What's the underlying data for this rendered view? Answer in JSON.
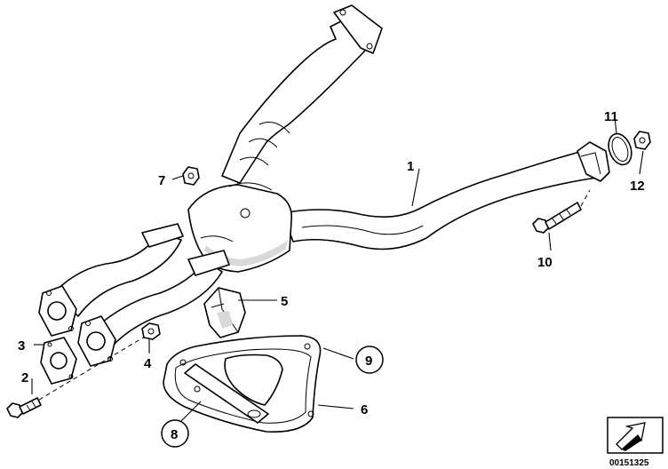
{
  "callouts": {
    "c1": "1",
    "c2": "2",
    "c3": "3",
    "c4": "4",
    "c5": "5",
    "c6": "6",
    "c7": "7",
    "c8": "8",
    "c9": "9",
    "c10": "10",
    "c11": "11",
    "c12": "12"
  },
  "reference_number": "00151325",
  "reference_icon": "arrow-box-icon"
}
